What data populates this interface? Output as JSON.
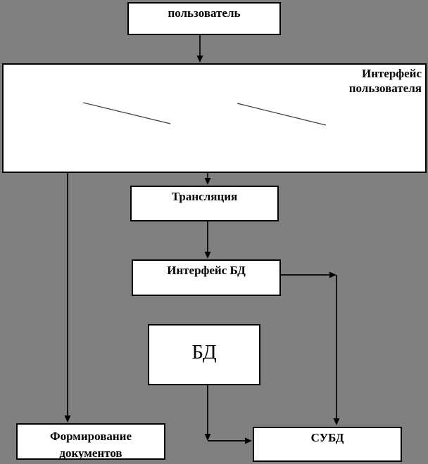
{
  "background_color": "#808080",
  "box_fill_color": "#ffffff",
  "line_color": "#000000",
  "nodes": {
    "user": {
      "label": "пользователь"
    },
    "user_interface": {
      "label": "Интерфейс пользователя"
    },
    "translation": {
      "label": "Трансляция"
    },
    "db_interface": {
      "label": "Интерфейс БД"
    },
    "db": {
      "label": "БД"
    },
    "doc_generation": {
      "label": "Формирование документов"
    },
    "dbms": {
      "label": "СУБД"
    }
  }
}
